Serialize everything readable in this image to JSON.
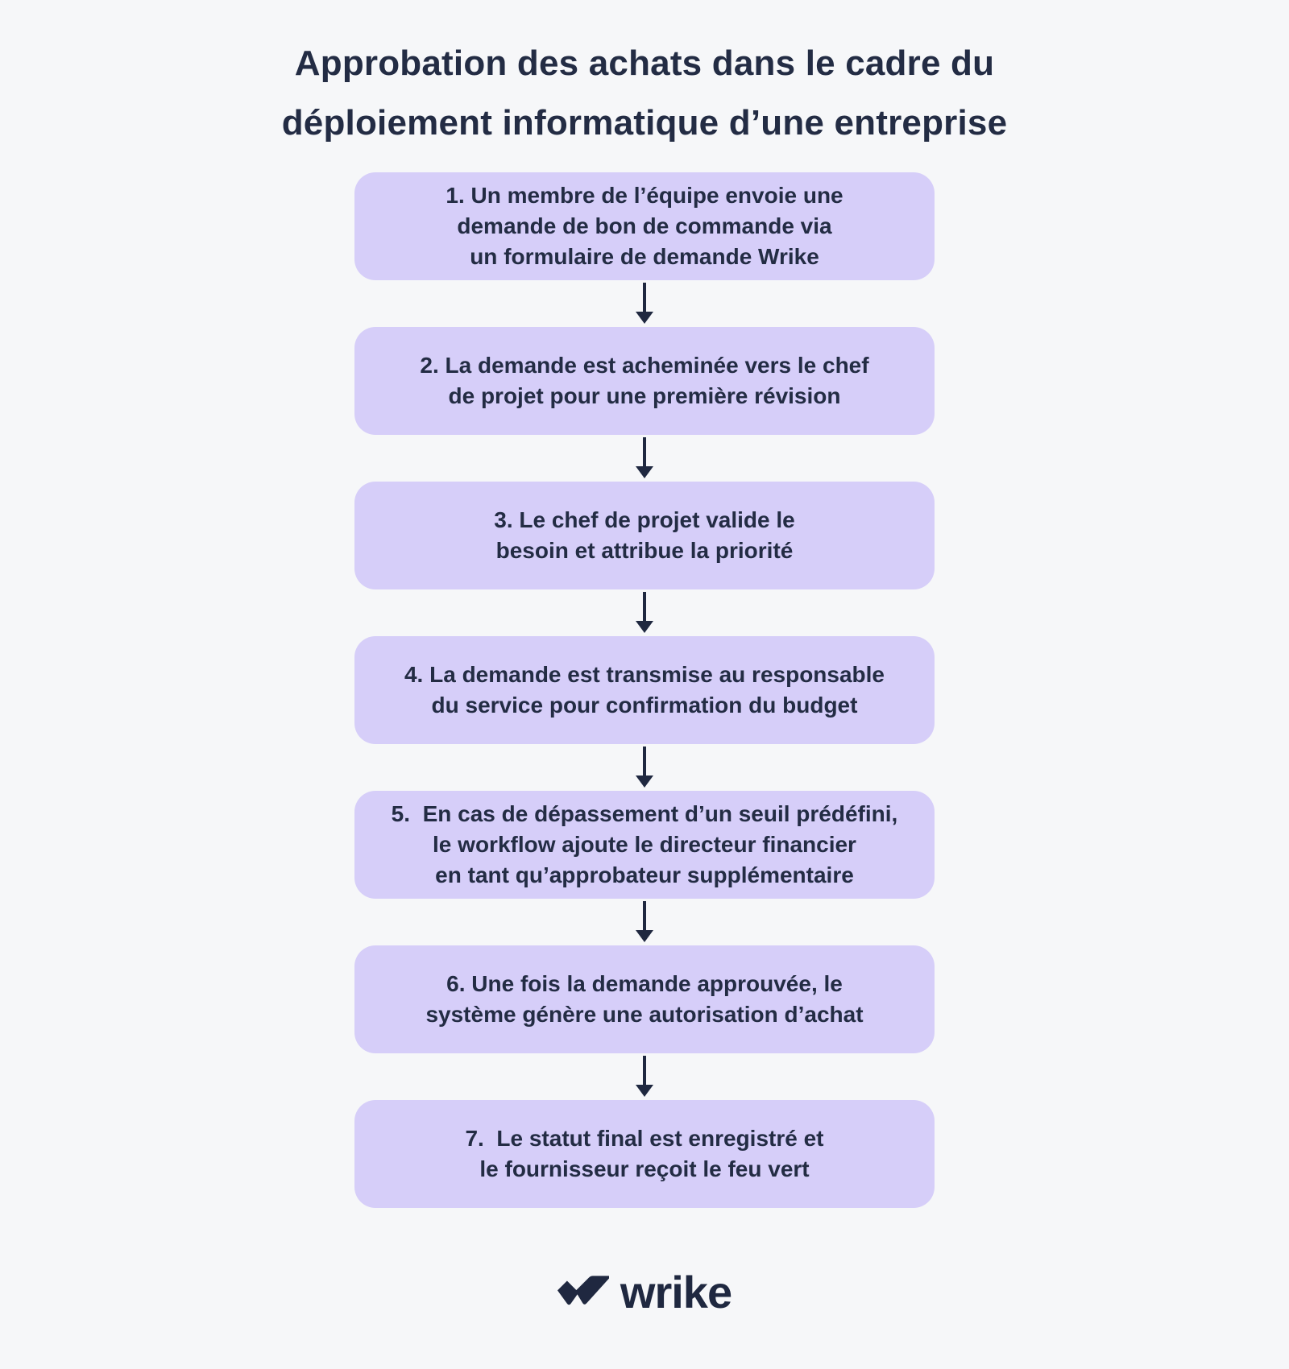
{
  "colors": {
    "background": "#F6F7F9",
    "box-fill": "#D6CEF9",
    "text": "#232C44",
    "arrow": "#1F2840"
  },
  "title": {
    "line1": "Approbation des achats dans le cadre du",
    "line2": "déploiement informatique d’une entreprise"
  },
  "steps": [
    {
      "number": "1",
      "lines": [
        "1. Un membre de l’équipe envoie une",
        "demande de bon de commande via",
        "un formulaire de demande Wrike"
      ]
    },
    {
      "number": "2",
      "lines": [
        "2. La demande est acheminée vers le chef",
        "de projet pour une première révision"
      ]
    },
    {
      "number": "3",
      "lines": [
        "3. Le chef de projet valide le",
        "besoin et attribue la priorité"
      ]
    },
    {
      "number": "4",
      "lines": [
        "4. La demande est transmise au responsable",
        "du service pour confirmation du budget"
      ]
    },
    {
      "number": "5",
      "lines": [
        "5.  En cas de dépassement d’un seuil prédéfini,",
        "le workflow ajoute le directeur financier",
        "en tant qu’approbateur supplémentaire"
      ]
    },
    {
      "number": "6",
      "lines": [
        "6. Une fois la demande approuvée, le",
        "système génère une autorisation d’achat"
      ]
    },
    {
      "number": "7",
      "lines": [
        "7.  Le statut final est enregistré et",
        "le fournisseur reçoit le feu vert"
      ]
    }
  ],
  "logo": {
    "brand": "wrike"
  }
}
